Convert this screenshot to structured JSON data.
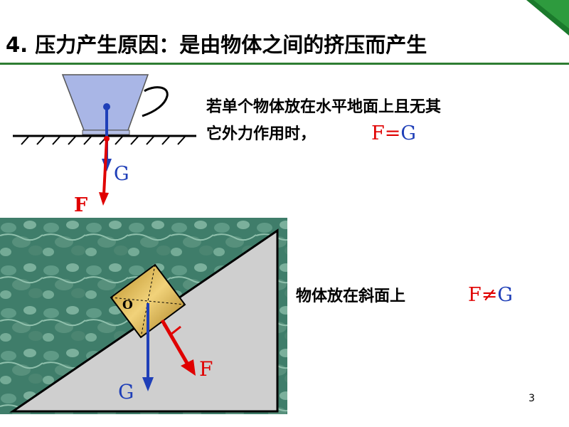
{
  "slide": {
    "title": "4. 压力产生原因：是由物体之间的挤压而产生",
    "page_number": "3"
  },
  "case1": {
    "text_line1": "若单个物体放在水平地面上且无其",
    "text_line2": "它外力作用时，",
    "formula_f": "F",
    "formula_op": "=",
    "formula_g": "G",
    "label_g": "G",
    "label_f": "F"
  },
  "case2": {
    "text": "物体放在斜面上",
    "formula_f": "F",
    "formula_op": "≠",
    "formula_g": "G",
    "label_o": "O",
    "label_f": "F",
    "label_g": "G"
  },
  "colors": {
    "accent_green": "#2e7d32",
    "force_red": "#e00000",
    "gravity_blue": "#1f3fb8",
    "cup_blue": "#a9b6e6"
  }
}
